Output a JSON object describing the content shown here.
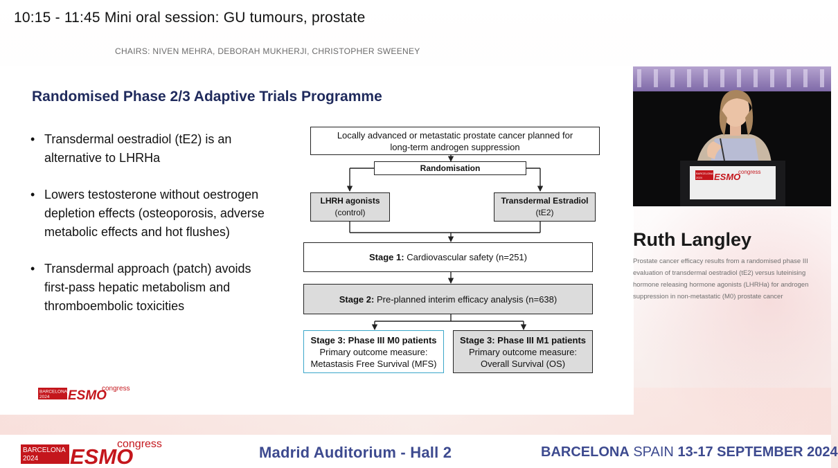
{
  "session": {
    "title": "10:15 - 11:45  Mini oral session: GU tumours, prostate",
    "chairs": "CHAIRS: NIVEN MEHRA, DEBORAH MUKHERJI, CHRISTOPHER SWEENEY"
  },
  "slide": {
    "title": "Randomised Phase 2/3 Adaptive Trials Programme",
    "bullets": [
      "Transdermal oestradiol (tE2) is an alternative to LHRHa",
      "Lowers testosterone without oestrogen depletion effects (osteoporosis, adverse metabolic effects and hot flushes)",
      "Transdermal approach (patch) avoids first-pass hepatic metabolism and thromboembolic toxicities"
    ],
    "flow": {
      "population": "Locally advanced or metastatic prostate cancer planned for  long-term androgen suppression",
      "randomisation": "Randomisation",
      "arm1_title": "LHRH agonists",
      "arm1_sub": "(control)",
      "arm2_title": "Transdermal Estradiol",
      "arm2_sub": "(tE2)",
      "stage1_label": "Stage 1:",
      "stage1_text": "Cardiovascular safety (n=251)",
      "stage2_label": "Stage 2:",
      "stage2_text": "Pre-planned interim efficacy analysis (n=638)",
      "stage3a_title": "Stage 3: Phase III M0 patients",
      "stage3a_l1": "Primary outcome measure:",
      "stage3a_l2": "Metastasis Free Survival (MFS)",
      "stage3b_title": "Stage 3: Phase III M1 patients",
      "stage3b_l1": "Primary outcome measure:",
      "stage3b_l2": "Overall Survival (OS)"
    },
    "logo": {
      "barcelona": "BARCELONA",
      "year": "2024",
      "esmo": "ESMO",
      "congress": "congress"
    }
  },
  "speaker": {
    "name": "Ruth Langley",
    "talk": "Prostate cancer efficacy results from a randomised phase III evaluation of transdermal oestradiol (tE2) versus luteinising hormone releasing hormone agonists (LHRHa) for androgen suppression in non-metastatic (M0) prostate cancer",
    "video_sign": {
      "barcelona": "BARCELONA",
      "year": "2024",
      "esmo": "ESMO",
      "congress": "congress"
    }
  },
  "footer": {
    "logo": {
      "barcelona": "BARCELONA",
      "year": "2024",
      "esmo": "ESMO",
      "congress": "congress"
    },
    "venue": "Madrid Auditorium - Hall 2",
    "city_bold": "BARCELONA",
    "country": "SPAIN",
    "dates": "13-17 SEPTEMBER 2024"
  },
  "colors": {
    "brand_red": "#c4161c",
    "navy": "#1f2a5c",
    "footer_blue": "#3d4a8f",
    "cyan_border": "#3aa6c9"
  }
}
